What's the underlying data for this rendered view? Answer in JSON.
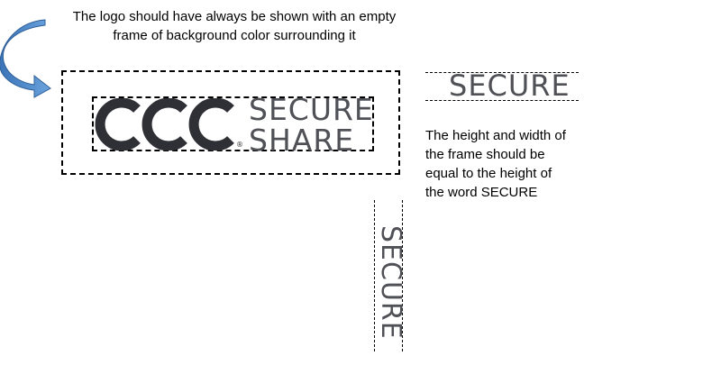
{
  "notes": {
    "top": "The logo should have always be shown with an empty frame of background color surrounding it",
    "right": "The height and width of the frame should be equal to the height of the word SECURE"
  },
  "logo": {
    "word1": "SECURE",
    "word2": "SHARE",
    "text_color": "#4f5157",
    "mark_color": "#2f2f36",
    "registered": "®"
  },
  "samples": {
    "horizontal": "SECURE",
    "vertical": "SECURE"
  },
  "arrow": {
    "icon": "curved-arrow-icon",
    "color": "#4a86c6"
  }
}
